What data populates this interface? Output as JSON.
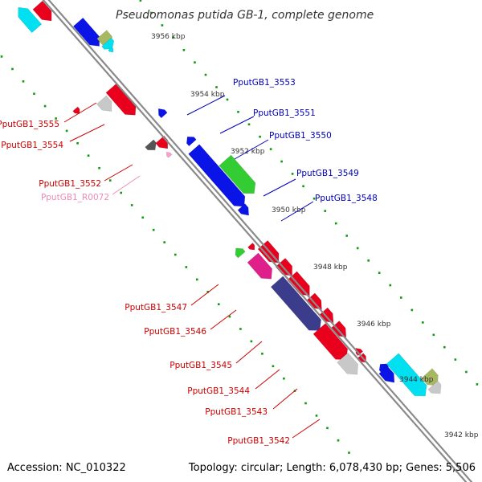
{
  "title": "Pseudomonas putida GB-1, complete genome",
  "footer": {
    "accession": "Accession: NC_010322",
    "topology": "Topology: circular; Length: 6,078,430 bp; Genes: 5,506"
  },
  "colors": {
    "backbone": "#8a8a8a",
    "scale_dots": "#119911",
    "forward_label": "#0000bb",
    "reverse_label": "#cc0000",
    "rna_label": "#f08ab4",
    "gene_red": "#e8001c",
    "gene_blue": "#0a14e6",
    "gene_green": "#33cc33",
    "gene_gray": "#c8c8c8",
    "gene_dark_gray": "#555555",
    "gene_cyan": "#00e0f0",
    "gene_magenta": "#e0208a",
    "gene_navy": "#3c3c8c",
    "gene_pink": "#f8a0c8",
    "gene_olive": "#a8b860"
  },
  "ticks": [
    "3956 kbp",
    "3954 kbp",
    "3952 kbp",
    "3950 kbp",
    "3948 kbp",
    "3946 kbp",
    "3944 kbp",
    "3942 kbp"
  ],
  "labels": {
    "forward": [
      "PputGB1_3553",
      "PputGB1_3551",
      "PputGB1_3550",
      "PputGB1_3549",
      "PputGB1_3548"
    ],
    "reverse": [
      "PputGB1_3555",
      "PputGB1_3554",
      "PputGB1_3552",
      "PputGB1_3547",
      "PputGB1_3546",
      "PputGB1_3545",
      "PputGB1_3544",
      "PputGB1_3543",
      "PputGB1_3542"
    ],
    "rna": [
      "PputGB1_R0072"
    ]
  }
}
